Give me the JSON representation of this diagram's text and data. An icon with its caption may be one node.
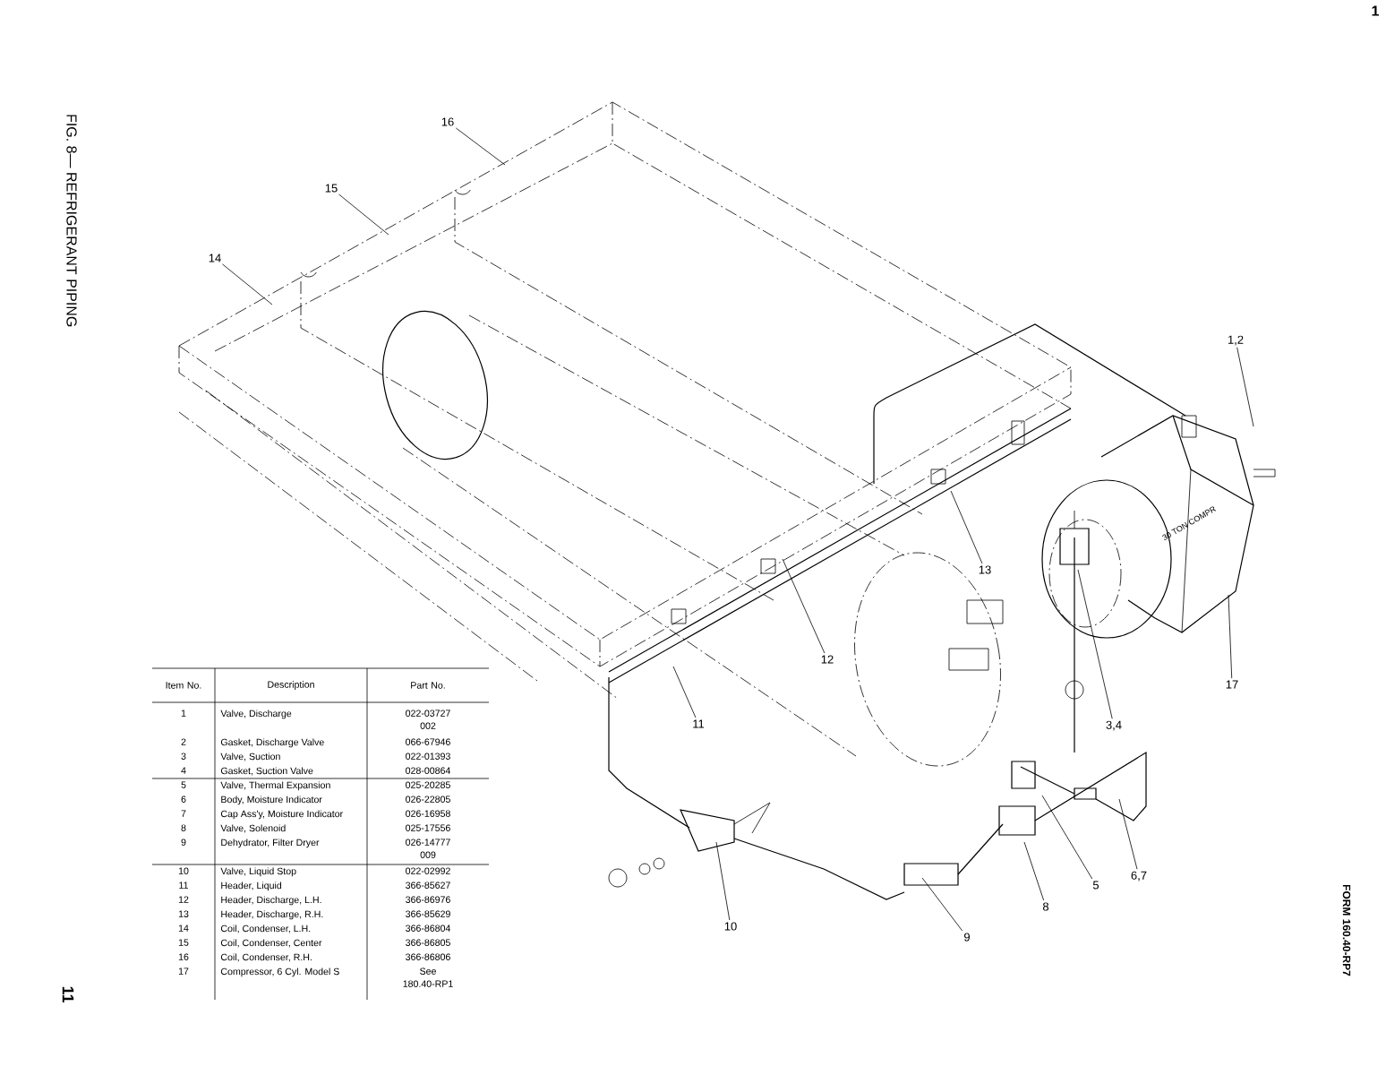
{
  "diagram": {
    "title": "FIG. 8— REFRIGERANT PIPING",
    "nodes": [
      {
        "text": [
          "16"
        ]
      },
      {
        "text": [
          "15"
        ]
      },
      {
        "text": [
          "14"
        ]
      },
      {
        "text": [
          "1,2"
        ]
      },
      {
        "text": [
          "13"
        ]
      },
      {
        "text": [
          "12"
        ]
      },
      {
        "text": [
          "11"
        ]
      },
      {
        "text": [
          "17"
        ]
      },
      {
        "text": [
          "3,4"
        ]
      },
      {
        "text": [
          "6,7"
        ]
      },
      {
        "text": [
          "5"
        ]
      },
      {
        "text": [
          "8"
        ]
      },
      {
        "text": [
          "10"
        ]
      },
      {
        "text": [
          "9"
        ]
      }
    ],
    "edges": [
      {
        "from": 0,
        "to": null,
        "arrow": "none"
      },
      {
        "from": 1,
        "to": null,
        "arrow": "none"
      },
      {
        "from": 2,
        "to": null,
        "arrow": "none"
      },
      {
        "from": 3,
        "to": null,
        "arrow": "none"
      },
      {
        "from": 4,
        "to": null,
        "arrow": "none"
      },
      {
        "from": 5,
        "to": null,
        "arrow": "none"
      },
      {
        "from": 6,
        "to": null,
        "arrow": "none"
      },
      {
        "from": 7,
        "to": null,
        "arrow": "none"
      },
      {
        "from": 8,
        "to": null,
        "arrow": "none"
      },
      {
        "from": 9,
        "to": null,
        "arrow": "none"
      },
      {
        "from": 10,
        "to": null,
        "arrow": "none"
      },
      {
        "from": 11,
        "to": null,
        "arrow": "none"
      },
      {
        "from": 12,
        "to": null,
        "arrow": "none"
      },
      {
        "from": 13,
        "to": null,
        "arrow": "none"
      }
    ],
    "labels": [
      "1",
      "30 TON COMPR",
      "Item No.",
      "Description",
      "Part No.",
      "1",
      "Valve, Discharge",
      "022-03727 002",
      "2",
      "Gasket, Discharge Valve",
      "066-67946",
      "3",
      "Valve, Suction",
      "022-01393",
      "4",
      "Gasket, Suction Valve",
      "028-00864",
      "5",
      "Valve, Thermal Expansion",
      "025-20285",
      "6",
      "Body, Moisture Indicator",
      "026-22805",
      "7",
      "Cap Ass'y, Moisture Indicator",
      "026-16958",
      "8",
      "Valve, Solenoid",
      "025-17556",
      "9",
      "Dehydrator, Filter Dryer",
      "026-14777 009",
      "10",
      "Valve, Liquid Stop",
      "022-02992",
      "11",
      "Header, Liquid",
      "366-85627",
      "12",
      "Header, Discharge, L.H.",
      "366-86976",
      "13",
      "Header, Discharge, R.H.",
      "366-85629",
      "14",
      "Coil, Condenser, L.H.",
      "366-86804",
      "15",
      "Coil, Condenser, Center",
      "366-86805",
      "16",
      "Coil, Condenser, R.H.",
      "366-86806",
      "17",
      "Compressor, 6 Cyl. Model S",
      "See 180.40-RP1",
      "11",
      "FORM 160.40-RP7"
    ]
  }
}
